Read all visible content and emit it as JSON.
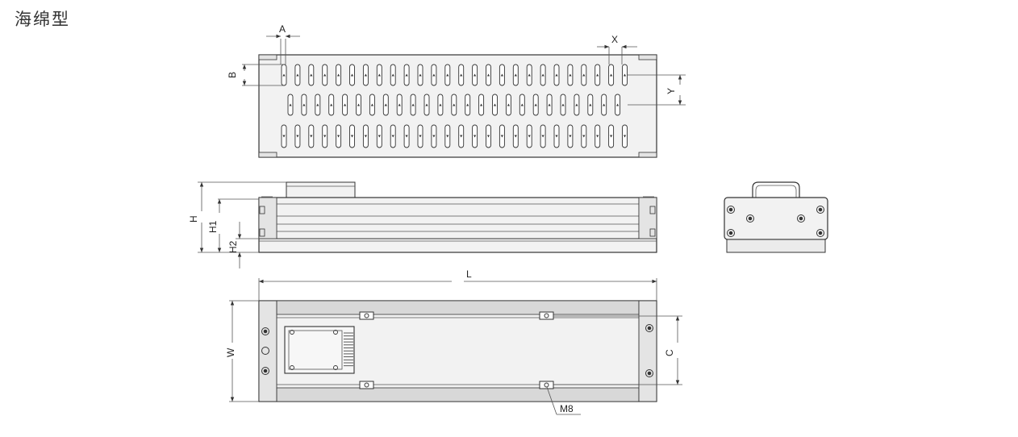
{
  "title": "海绵型",
  "labels": {
    "A": "A",
    "B": "B",
    "X": "X",
    "Y": "Y",
    "H": "H",
    "H1": "H1",
    "H2": "H2",
    "L": "L",
    "W": "W",
    "C": "C",
    "M8": "M8"
  },
  "colors": {
    "line": "#333333",
    "body": "#f2f2f2",
    "cap": "#e4e4e4",
    "rail": "#d8d8d8"
  }
}
